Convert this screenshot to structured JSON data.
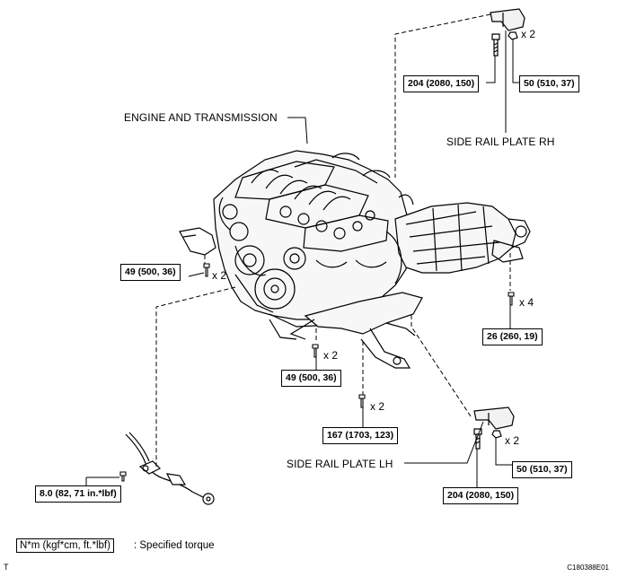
{
  "labels": {
    "engine_transmission": "ENGINE AND TRANSMISSION",
    "side_rail_rh": "SIDE RAIL PLATE RH",
    "side_rail_lh": "SIDE RAIL PLATE LH"
  },
  "torques": {
    "rh_bolt": "204 (2080, 150)",
    "rh_nut": "50 (510, 37)",
    "left_mount": "49 (500, 36)",
    "trans_mount": "26 (260, 19)",
    "lower_mount": "49 (500, 36)",
    "center_bolt": "167 (1703, 123)",
    "lh_nut": "50 (510, 37)",
    "lh_bolt": "204 (2080, 150)",
    "ground_bolt": "8.0 (82, 71 in.*lbf)"
  },
  "quantities": {
    "rh_nut_qty": "x 2",
    "left_mount_qty": "x 2",
    "trans_mount_qty": "x 4",
    "lower_mount_qty": "x 2",
    "center_bolt_qty": "x 2",
    "lh_nut_qty": "x 2"
  },
  "legend": {
    "units": "N*m (kgf*cm, ft.*lbf)",
    "description": ": Specified torque"
  },
  "figure_code": "C180388E01",
  "corner_mark": "T"
}
